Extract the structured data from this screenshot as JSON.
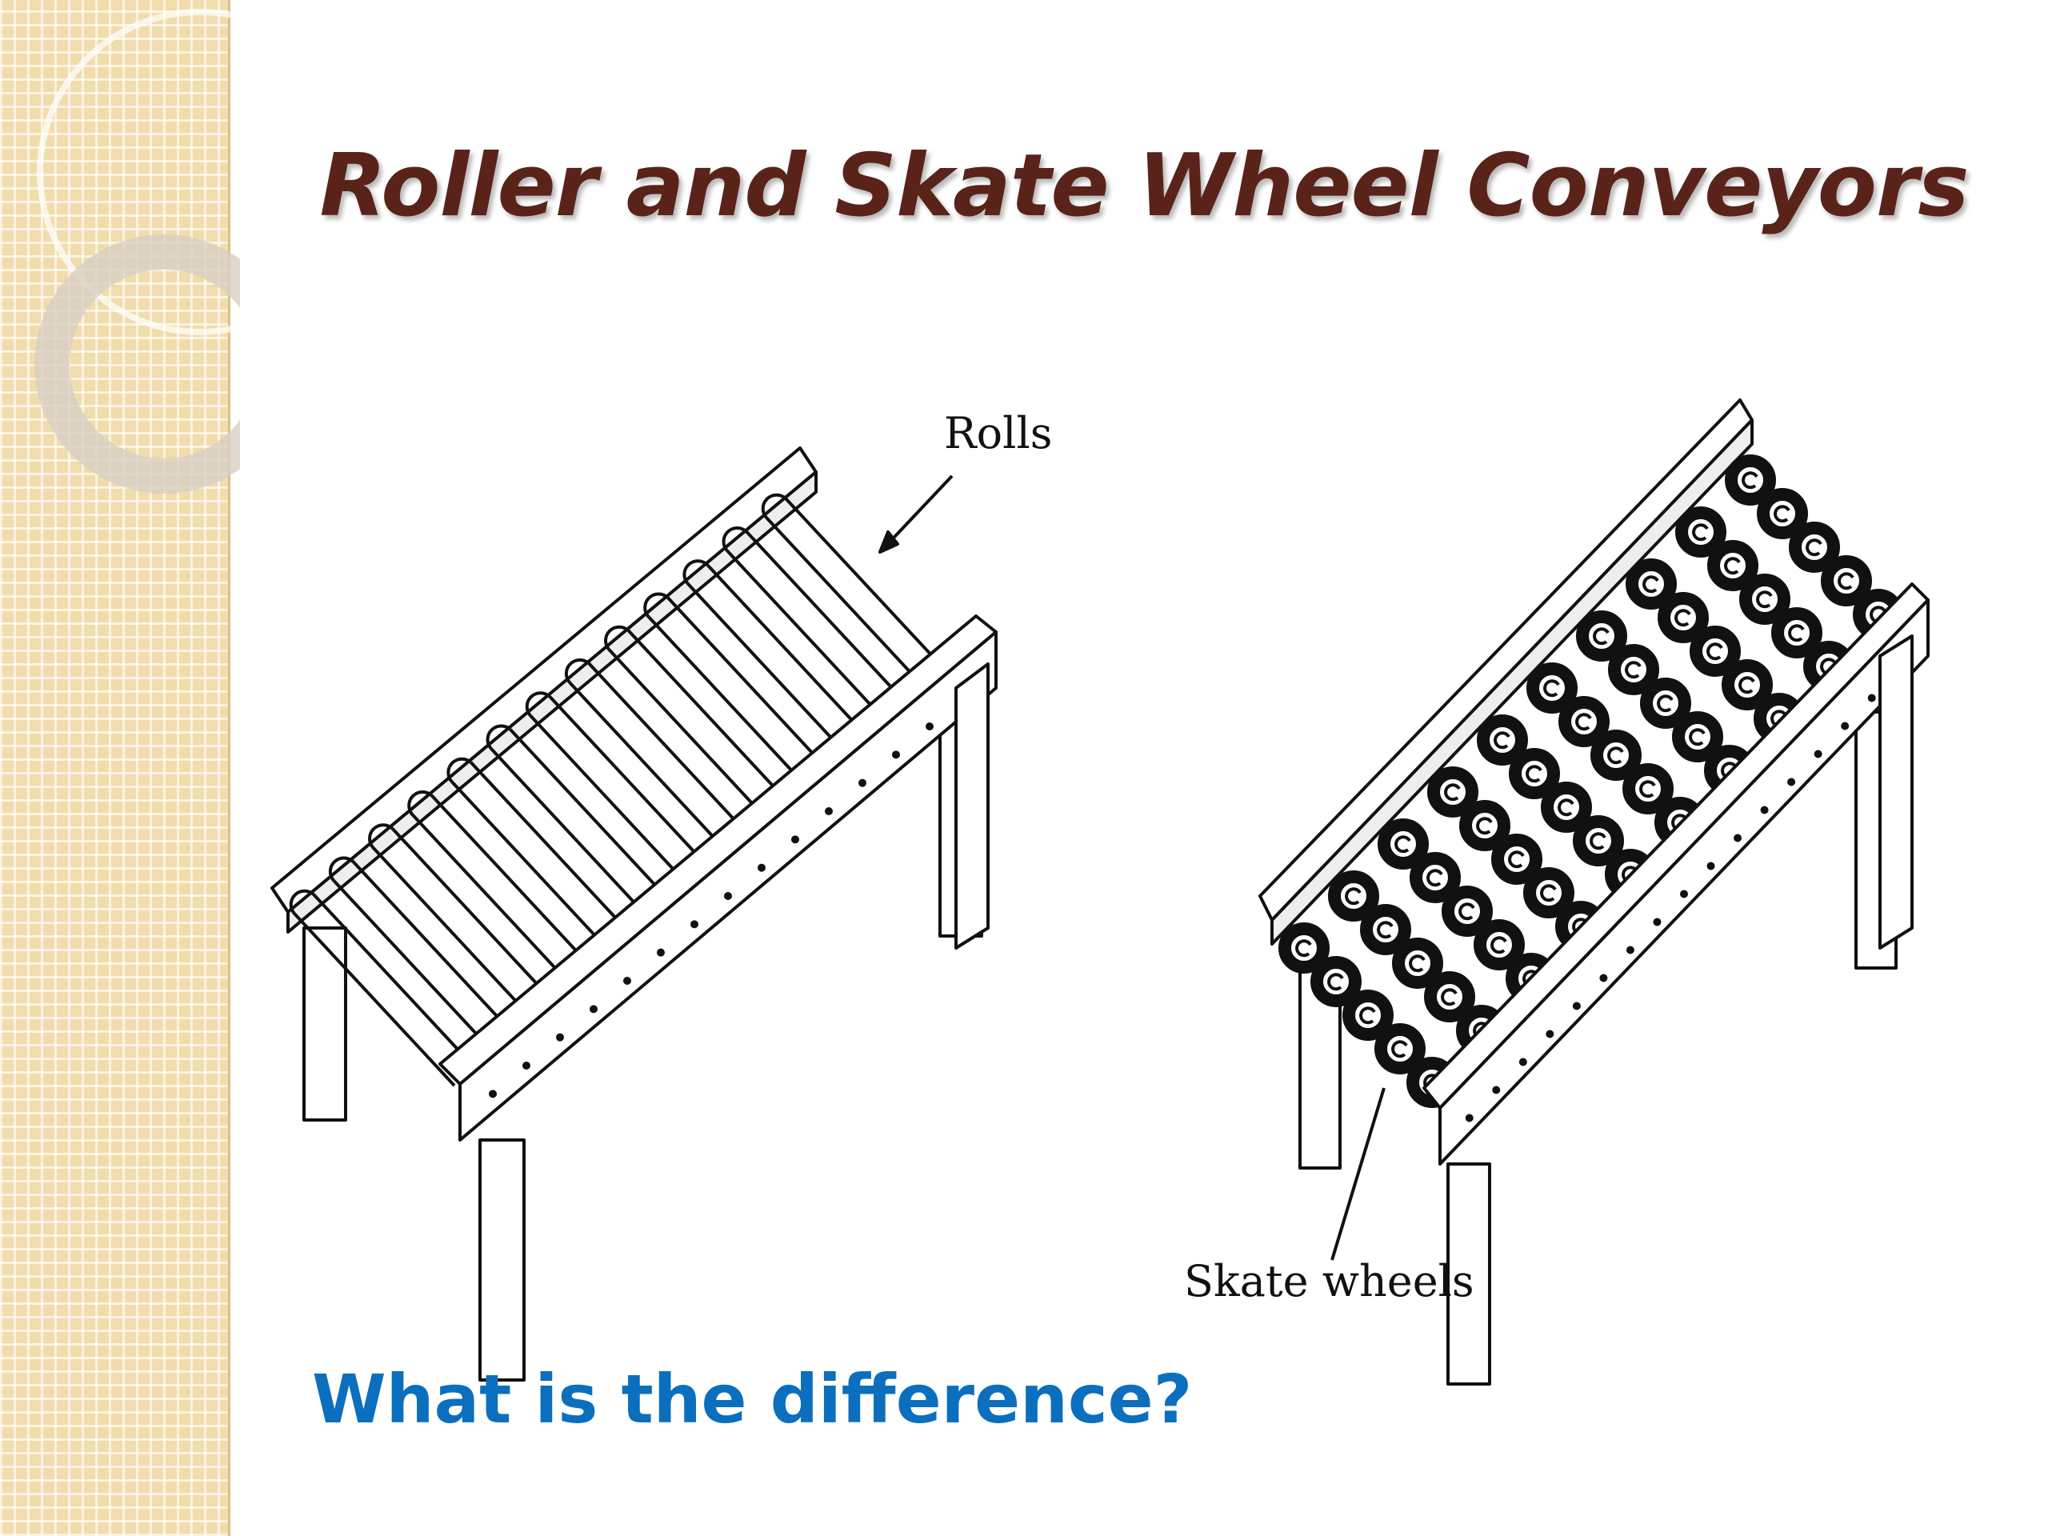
{
  "slide": {
    "title": "Roller and Skate Wheel Conveyors",
    "question": "What is the difference?"
  },
  "figure": {
    "roller_label": "Rolls",
    "skate_label": "Skate wheels"
  },
  "colors": {
    "title": "#5a231a",
    "question": "#0b6fbe",
    "panel": "#f1dcab",
    "line": "#111111"
  }
}
